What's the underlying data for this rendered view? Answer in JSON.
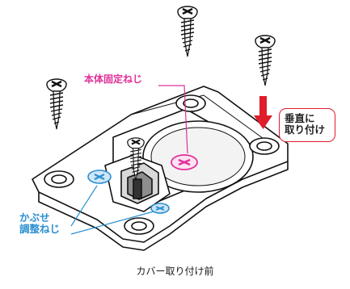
{
  "labels": {
    "main_screw": "本体固定ねじ",
    "caution_line1": "垂直に",
    "caution_line2": "取り付け",
    "cover_line1": "かぶせ",
    "cover_line2": "調整ねじ",
    "caption": "カバー取り付け前"
  },
  "colors": {
    "main_screw": "#e0309a",
    "caution_arrow": "#e01d2a",
    "cover_screw": "#2b8fd1",
    "line_art": "#111111"
  },
  "icons": {
    "screw": "phillips-wood-screw",
    "arrow": "down-arrow"
  }
}
